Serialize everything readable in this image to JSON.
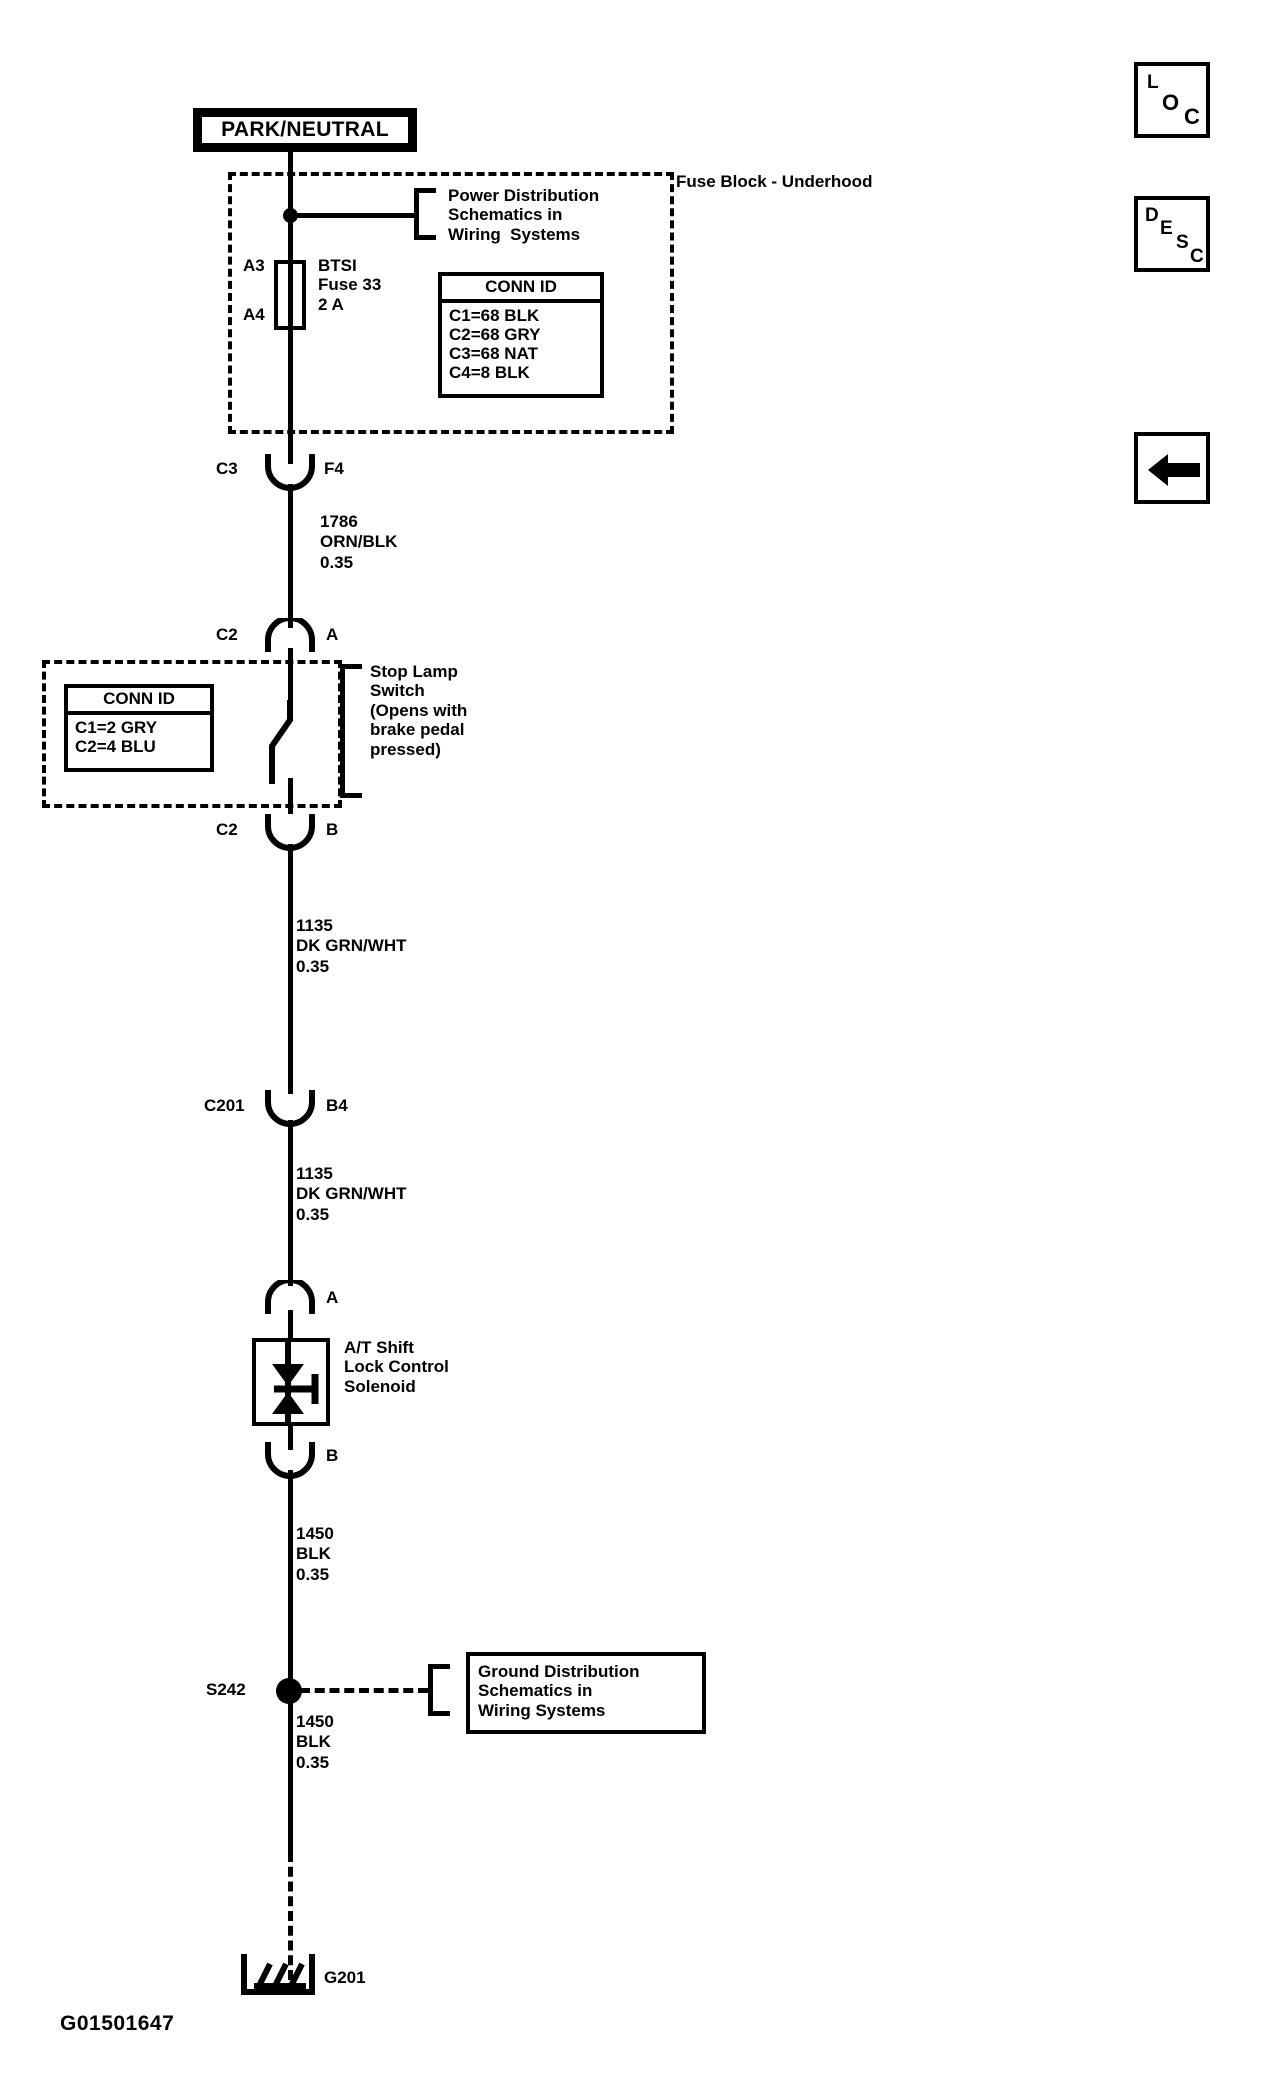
{
  "diagram": {
    "title": "PARK/NEUTRAL",
    "drawing_id": "G01501647"
  },
  "fuse_block": {
    "name": "Fuse Block - Underhood",
    "reference_callout": "Power Distribution\nSchematics in\nWiring  Systems",
    "pin_upper": "A3",
    "pin_lower": "A4",
    "fuse_label": "BTSI\nFuse 33\n2 A",
    "conn_id": {
      "header": "CONN ID",
      "rows": [
        "C1=68 BLK",
        "C2=68 GRY",
        "C3=68 NAT",
        "C4=8 BLK"
      ]
    },
    "exit_connector_left": "C3",
    "exit_connector_right": "F4"
  },
  "wire_1": {
    "circuit": "1786",
    "color": "ORN/BLK",
    "gauge": "0.35"
  },
  "stop_lamp_switch": {
    "name": "Stop Lamp\nSwitch\n(Opens with\nbrake pedal\npressed)",
    "conn_id": {
      "header": "CONN ID",
      "rows": [
        "C1=2 GRY",
        "C2=4 BLU"
      ]
    },
    "in_connector_left": "C2",
    "in_connector_right": "A",
    "out_connector_left": "C2",
    "out_connector_right": "B"
  },
  "wire_2": {
    "circuit": "1135",
    "color": "DK GRN/WHT",
    "gauge": "0.35"
  },
  "connector_c201": {
    "left": "C201",
    "right": "B4"
  },
  "wire_3": {
    "circuit": "1135",
    "color": "DK GRN/WHT",
    "gauge": "0.35"
  },
  "solenoid": {
    "name": "A/T Shift\nLock Control\nSolenoid",
    "terminal_top": "A",
    "terminal_bottom": "B"
  },
  "wire_4": {
    "circuit": "1450",
    "color": "BLK",
    "gauge": "0.35"
  },
  "splice": {
    "id": "S242",
    "reference_callout": "Ground Distribution\nSchematics in\nWiring Systems"
  },
  "wire_5": {
    "circuit": "1450",
    "color": "BLK",
    "gauge": "0.35"
  },
  "ground": {
    "id": "G201"
  },
  "nav": {
    "loc_button": {
      "l": "L",
      "o": "O",
      "c": "C"
    },
    "desc_button": {
      "d": "D",
      "e": "E",
      "s": "S",
      "c": "C"
    },
    "back_button": "back-arrow"
  }
}
